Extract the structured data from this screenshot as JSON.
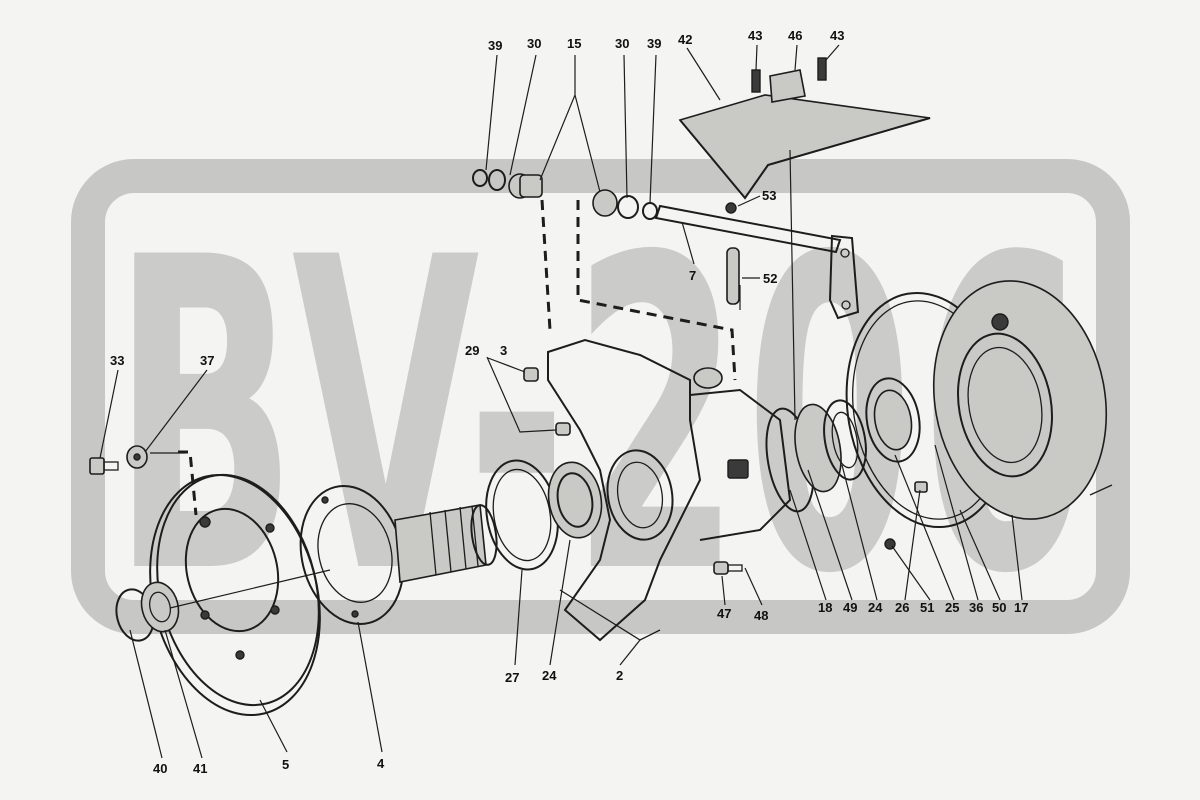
{
  "watermark": {
    "text": "BV-206"
  },
  "callouts": {
    "c39a": "39",
    "c30a": "30",
    "c15": "15",
    "c30b": "30",
    "c39b": "39",
    "c42": "42",
    "c43a": "43",
    "c46": "46",
    "c43b": "43",
    "c53": "53",
    "c7": "7",
    "c52": "52",
    "c33": "33",
    "c37": "37",
    "c29": "29",
    "c3": "3",
    "c47": "47",
    "c48": "48",
    "c18": "18",
    "c49": "49",
    "c24b": "24",
    "c26": "26",
    "c51": "51",
    "c25": "25",
    "c36": "36",
    "c50": "50",
    "c17": "17",
    "c27": "27",
    "c24a": "24",
    "c2": "2",
    "c40": "40",
    "c41": "41",
    "c5": "5",
    "c4": "4"
  }
}
